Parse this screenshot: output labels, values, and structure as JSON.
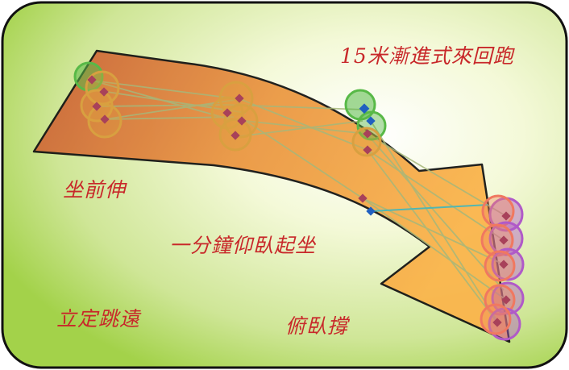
{
  "labels": {
    "shuttle_run": "15米漸進式來回跑",
    "sit_and_reach": "坐前伸",
    "sit_ups": "一分鐘仰臥起坐",
    "standing_long_jump": "立定跳遠",
    "push_ups": "俯臥撐"
  },
  "colors": {
    "frame_border": "#111111",
    "background_light": "#f4f9d8",
    "background_green": "#a3d24a",
    "arrow_start": "#c85f37",
    "arrow_end": "#fbb44a",
    "label_red": "#c8282a",
    "node_green": "#58b947",
    "node_orange": "#e0a040",
    "node_purple": "#b05ac8",
    "link_line": "#a6b77a",
    "link_line_cyan": "#35b7c3",
    "marker_red": "#a8415a",
    "marker_blue": "#2060c0"
  }
}
